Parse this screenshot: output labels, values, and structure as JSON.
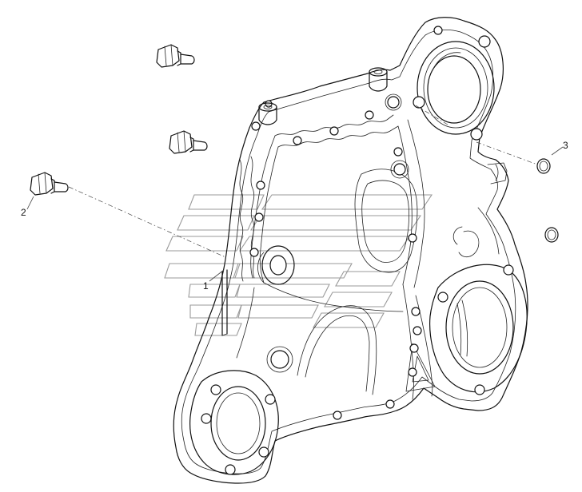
{
  "diagram": {
    "callouts": [
      {
        "id": "1",
        "label": "1"
      },
      {
        "id": "2",
        "label": "2"
      },
      {
        "id": "3",
        "label": "3"
      }
    ],
    "colors": {
      "line": "#111111",
      "leader": "#444444",
      "watermark": "#9a9a9a",
      "background": "#ffffff"
    }
  }
}
